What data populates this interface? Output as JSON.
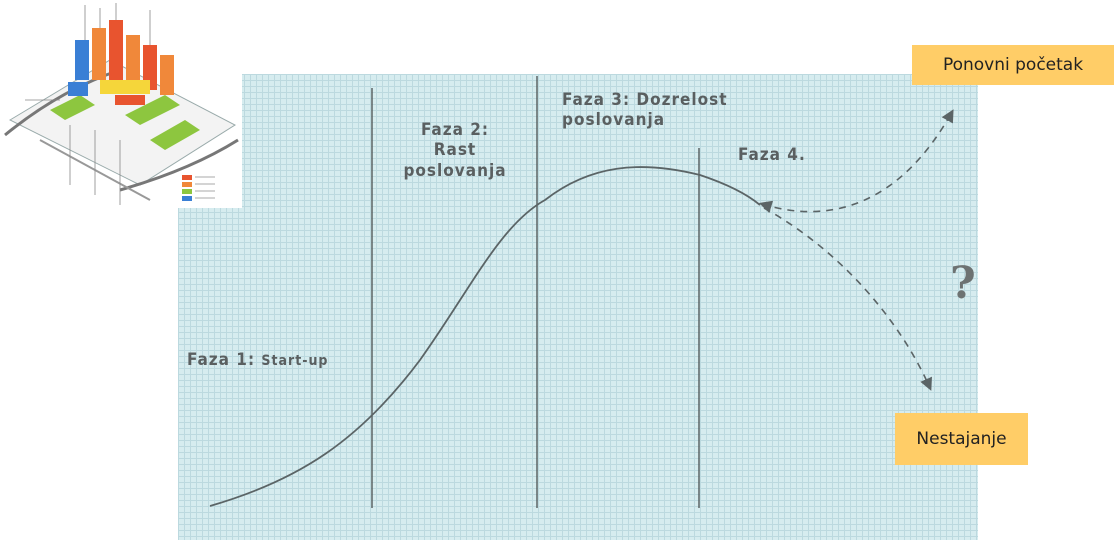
{
  "phases": {
    "phase1_prefix": "Faza 1:",
    "phase1_suffix": "Start-up",
    "phase2_line1": "Faza 2:",
    "phase2_line2": "Rast",
    "phase2_line3": "poslovanja",
    "phase3_line1": "Faza 3: Dozrelost",
    "phase3_line2": "poslovanja",
    "phase4": "Faza 4."
  },
  "outcomes": {
    "restart": "Ponovni početak",
    "decline": "Nestajanje",
    "question_mark": "?"
  },
  "colors": {
    "panel": "#d6ecef",
    "callout": "#ffcd67",
    "curve": "#5b6466"
  }
}
